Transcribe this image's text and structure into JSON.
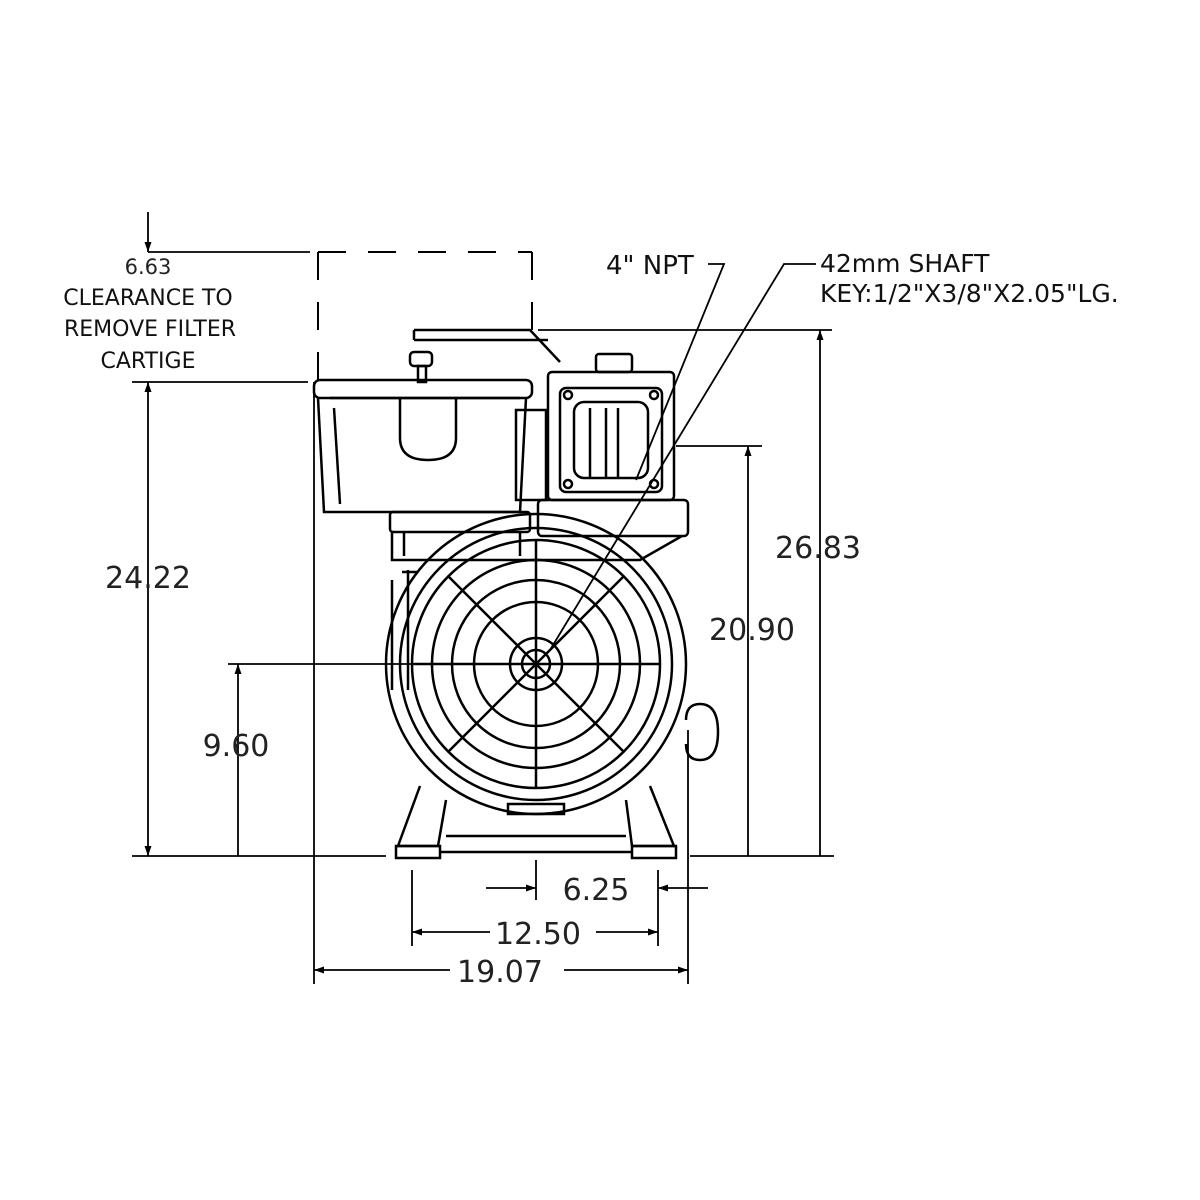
{
  "dimensions": {
    "filter_clearance": "6.63",
    "overall_width": "19.07",
    "mount_half": "6.25",
    "mount_full": "12.50",
    "shaft_height": "9.60",
    "top_height": "24.22",
    "outlet_height": "20.90",
    "overall_height": "26.83"
  },
  "notes": {
    "clearance": [
      "CLEARANCE TO",
      "REMOVE FILTER",
      "CARTIGE"
    ],
    "port": "4\" NPT",
    "shaft_line1": "42mm SHAFT",
    "shaft_line2": "KEY:1/2\"X3/8\"X2.05\"LG."
  }
}
